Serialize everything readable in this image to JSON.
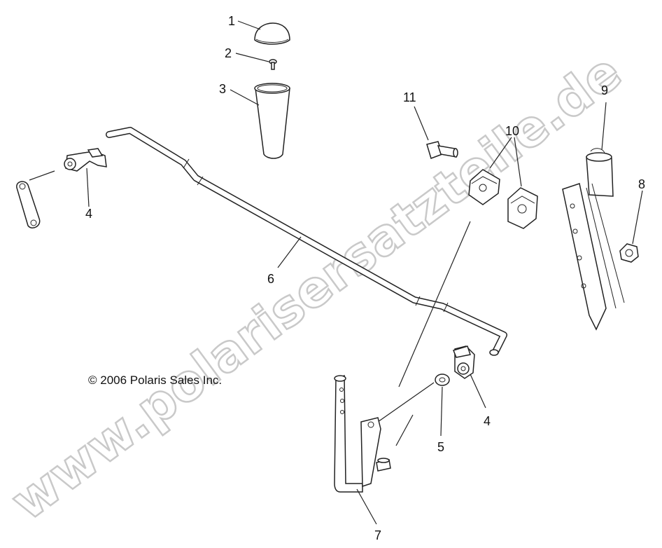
{
  "copyright": "© 2006 Polaris Sales Inc.",
  "watermark": "www.polarisersatzteile.de",
  "callouts": [
    {
      "id": "1",
      "label": "1"
    },
    {
      "id": "2",
      "label": "2"
    },
    {
      "id": "3",
      "label": "3"
    },
    {
      "id": "4a",
      "label": "4"
    },
    {
      "id": "4b",
      "label": "4"
    },
    {
      "id": "5",
      "label": "5"
    },
    {
      "id": "6",
      "label": "6"
    },
    {
      "id": "7",
      "label": "7"
    },
    {
      "id": "8",
      "label": "8"
    },
    {
      "id": "9",
      "label": "9"
    },
    {
      "id": "10",
      "label": "10"
    },
    {
      "id": "11",
      "label": "11"
    }
  ]
}
